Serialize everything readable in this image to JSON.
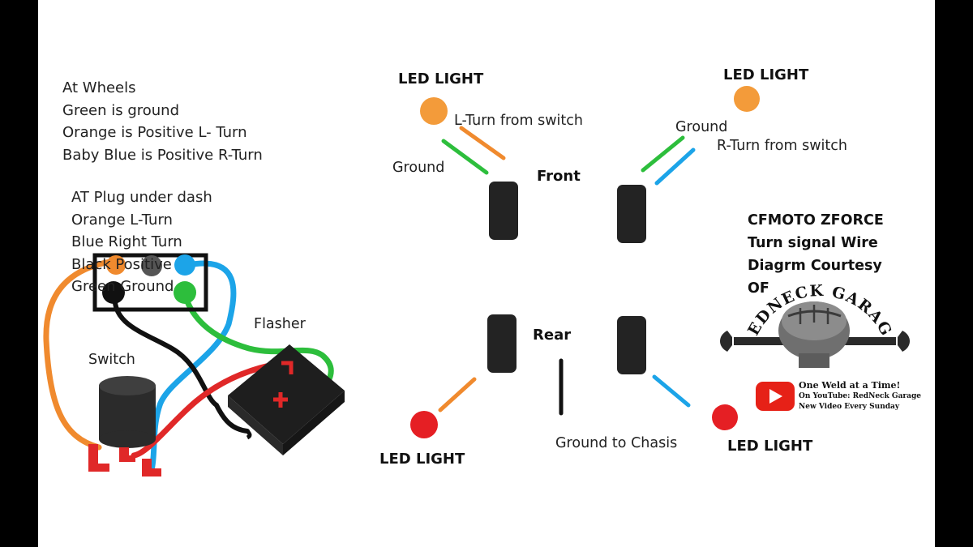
{
  "wheels_notes": [
    "At Wheels",
    "Green is ground",
    "Orange is Positive L- Turn",
    "Baby Blue is Positive R-Turn"
  ],
  "plug_notes": [
    "AT Plug under dash",
    "Orange L-Turn",
    "Blue Right Turn",
    "Black Positive",
    "Green Ground"
  ],
  "labels": {
    "flasher": "Flasher",
    "switch": "Switch",
    "front": "Front",
    "rear": "Rear",
    "led_front_left": "LED LIGHT",
    "led_front_right": "LED LIGHT",
    "led_rear_left": "LED LIGHT",
    "led_rear_right": "LED LIGHT",
    "l_turn": "L-Turn from switch",
    "r_turn": "R-Turn from switch",
    "ground_left": "Ground",
    "ground_right": "Ground",
    "ground_chassis": "Ground to Chasis"
  },
  "logo": {
    "title_lines": [
      "CFMOTO ZFORCE",
      "Turn signal Wire",
      "Diagrm Courtesy",
      "OF"
    ],
    "arc_text": "REDNECK GARAGE",
    "tagline": "One Weld at a Time!",
    "youtube": "On YouTube: RedNeck Garage",
    "schedule": "New Video Every Sunday"
  },
  "colors": {
    "orange": "#F08A2E",
    "blue": "#1CA4E8",
    "green": "#2DBE3C",
    "black": "#111111",
    "red": "#E02828",
    "led_orange": "#F39B3A",
    "led_red": "#E51F24",
    "youtube_red": "#E62117"
  }
}
